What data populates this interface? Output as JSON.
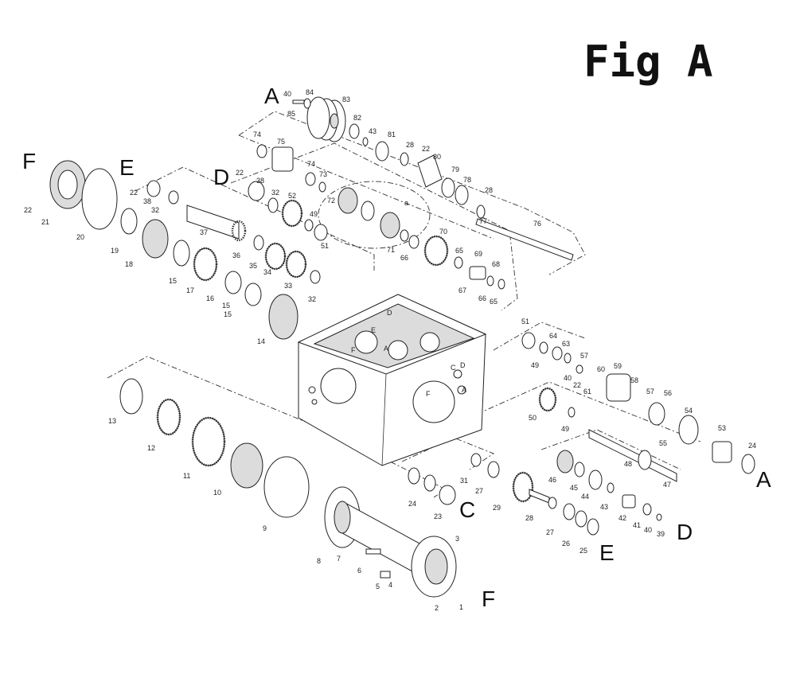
{
  "figure_title": "Fig A",
  "section_labels": {
    "a_top": "A",
    "a_right": "A",
    "c": "C",
    "d_mid": "D",
    "d_right": "D",
    "e_left": "E",
    "e_right": "E",
    "f_left": "F",
    "f_bottom": "F"
  },
  "housing_labels": {
    "a": "A",
    "c": "C",
    "d": "D",
    "e": "E",
    "f": "F"
  },
  "inline_labels": {
    "a_lower": "a"
  },
  "part_numbers": [
    "1",
    "2",
    "3",
    "4",
    "5",
    "6",
    "7",
    "8",
    "9",
    "10",
    "11",
    "12",
    "13",
    "14",
    "15",
    "15",
    "15",
    "16",
    "17",
    "18",
    "19",
    "20",
    "21",
    "22",
    "22",
    "22",
    "22",
    "22",
    "23",
    "24",
    "24",
    "25",
    "26",
    "27",
    "27",
    "28",
    "28",
    "28",
    "29",
    "31",
    "32",
    "32",
    "32",
    "33",
    "34",
    "35",
    "36",
    "37",
    "38",
    "38",
    "39",
    "40",
    "40",
    "40",
    "41",
    "42",
    "43",
    "43",
    "44",
    "45",
    "46",
    "47",
    "48",
    "49",
    "49",
    "49",
    "50",
    "51",
    "51",
    "52",
    "53",
    "54",
    "55",
    "56",
    "57",
    "57",
    "58",
    "59",
    "60",
    "61",
    "63",
    "64",
    "65",
    "65",
    "66",
    "66",
    "67",
    "68",
    "69",
    "70",
    "71",
    "72",
    "73",
    "74",
    "74",
    "75",
    "76",
    "77",
    "78",
    "79",
    "80",
    "81",
    "82",
    "83",
    "84",
    "85"
  ]
}
